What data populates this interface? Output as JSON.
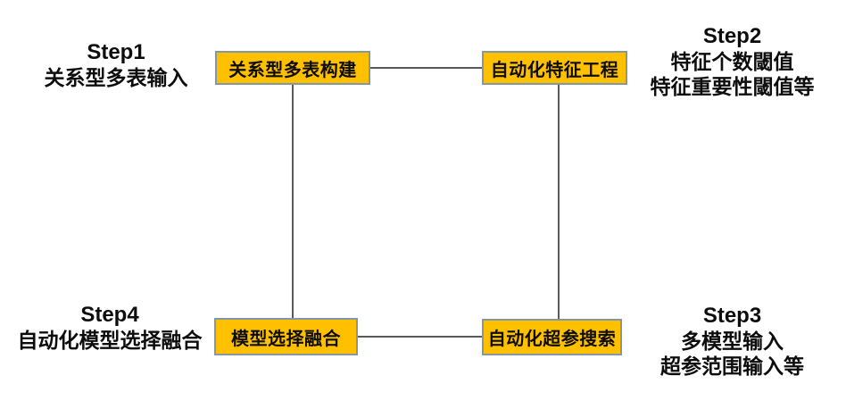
{
  "diagram": {
    "colors": {
      "background": "#ffffff",
      "box_fill": "#FFC000",
      "box_border": "#8496A9",
      "line_color": "#595959",
      "text": "#0d0d0d"
    },
    "nodes": [
      {
        "label": "关系型多表构建"
      },
      {
        "label": "自动化特征工程"
      },
      {
        "label": "自动化超参搜索"
      },
      {
        "label": "模型选择融合"
      }
    ],
    "steps": [
      {
        "title": "Step1",
        "lines": [
          "关系型多表输入"
        ]
      },
      {
        "title": "Step2",
        "lines": [
          "特征个数閾值",
          "特征重要性閾值等"
        ]
      },
      {
        "title": "Step3",
        "lines": [
          "多模型输入",
          "超参范围输入等"
        ]
      },
      {
        "title": "Step4",
        "lines": [
          "自动化模型选择融合"
        ]
      }
    ]
  }
}
